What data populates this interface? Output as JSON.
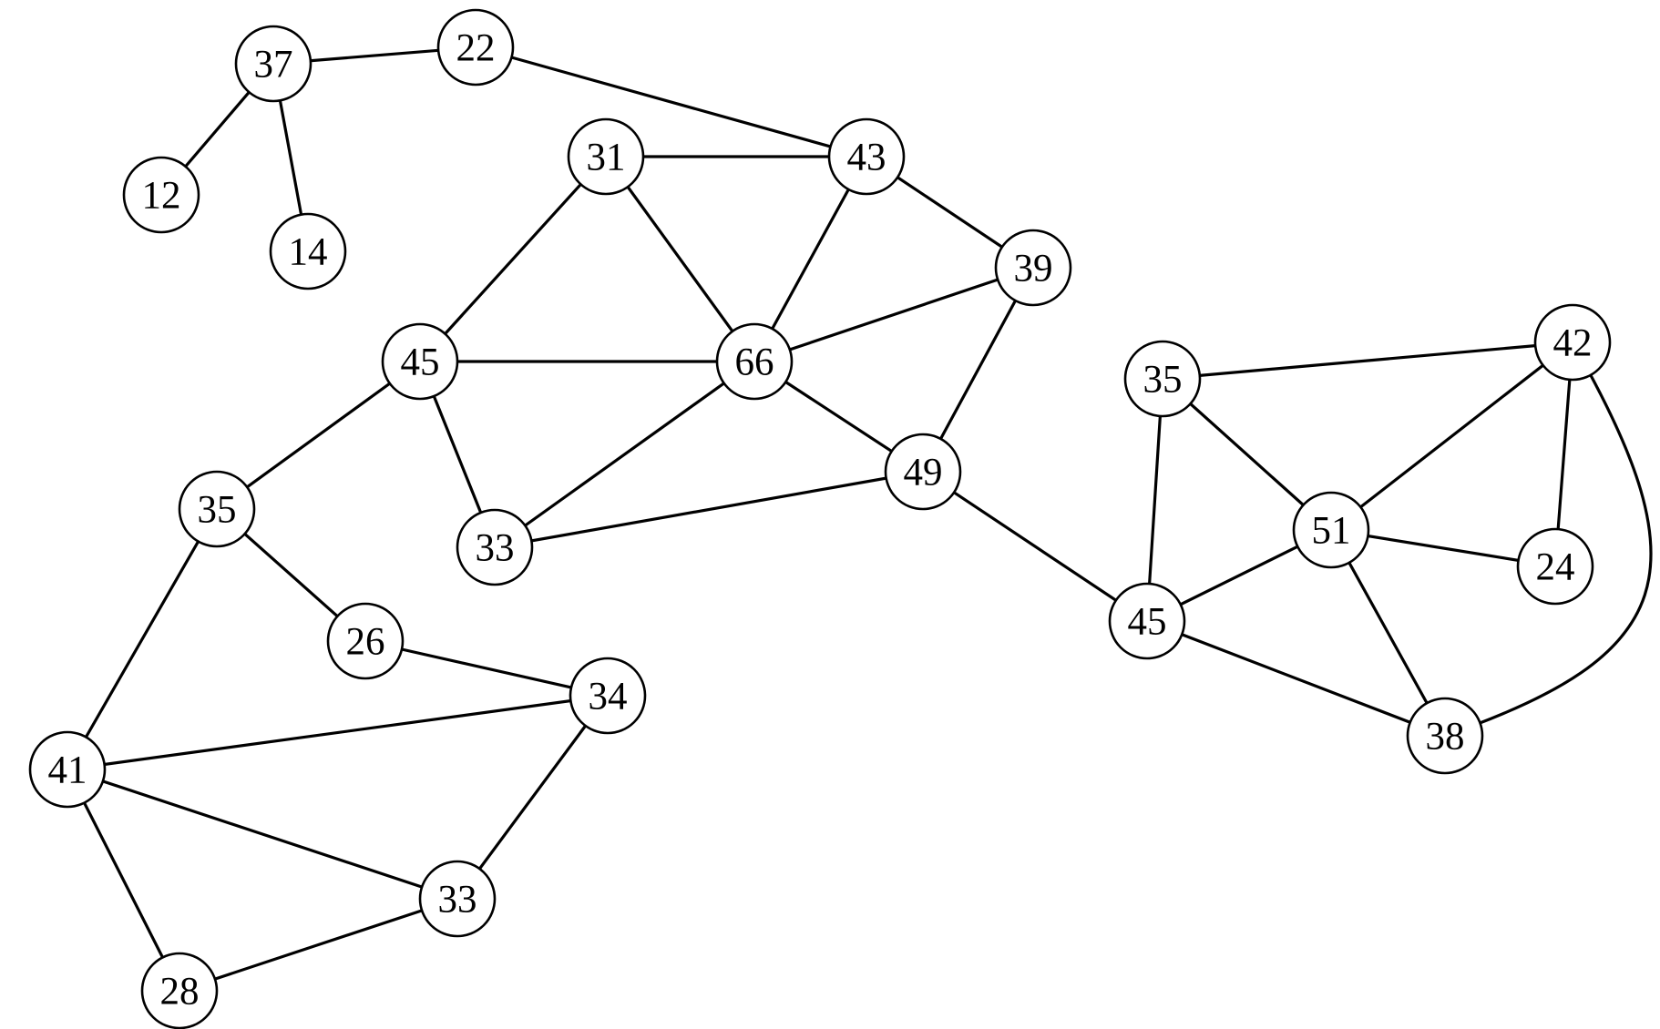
{
  "graph": {
    "nodes": [
      {
        "id": "n37",
        "label": "37"
      },
      {
        "id": "n22",
        "label": "22"
      },
      {
        "id": "n12",
        "label": "12"
      },
      {
        "id": "n14",
        "label": "14"
      },
      {
        "id": "n31",
        "label": "31"
      },
      {
        "id": "n43",
        "label": "43"
      },
      {
        "id": "n39",
        "label": "39"
      },
      {
        "id": "n45a",
        "label": "45"
      },
      {
        "id": "n66",
        "label": "66"
      },
      {
        "id": "n49",
        "label": "49"
      },
      {
        "id": "n35a",
        "label": "35"
      },
      {
        "id": "n33a",
        "label": "33"
      },
      {
        "id": "n26",
        "label": "26"
      },
      {
        "id": "n34",
        "label": "34"
      },
      {
        "id": "n41",
        "label": "41"
      },
      {
        "id": "n33b",
        "label": "33"
      },
      {
        "id": "n28",
        "label": "28"
      },
      {
        "id": "n35b",
        "label": "35"
      },
      {
        "id": "n42",
        "label": "42"
      },
      {
        "id": "n51",
        "label": "51"
      },
      {
        "id": "n24",
        "label": "24"
      },
      {
        "id": "n45b",
        "label": "45"
      },
      {
        "id": "n38",
        "label": "38"
      }
    ],
    "edges": [
      [
        "n37",
        "n22"
      ],
      [
        "n37",
        "n12"
      ],
      [
        "n37",
        "n14"
      ],
      [
        "n22",
        "n43"
      ],
      [
        "n31",
        "n43"
      ],
      [
        "n31",
        "n45a"
      ],
      [
        "n31",
        "n66"
      ],
      [
        "n43",
        "n66"
      ],
      [
        "n43",
        "n39"
      ],
      [
        "n39",
        "n66"
      ],
      [
        "n39",
        "n49"
      ],
      [
        "n45a",
        "n66"
      ],
      [
        "n45a",
        "n33a"
      ],
      [
        "n45a",
        "n35a"
      ],
      [
        "n66",
        "n33a"
      ],
      [
        "n66",
        "n49"
      ],
      [
        "n33a",
        "n49"
      ],
      [
        "n49",
        "n45b"
      ],
      [
        "n35a",
        "n26"
      ],
      [
        "n35a",
        "n41"
      ],
      [
        "n26",
        "n34"
      ],
      [
        "n41",
        "n34"
      ],
      [
        "n41",
        "n33b"
      ],
      [
        "n41",
        "n28"
      ],
      [
        "n34",
        "n33b"
      ],
      [
        "n33b",
        "n28"
      ],
      [
        "n35b",
        "n42"
      ],
      [
        "n35b",
        "n51"
      ],
      [
        "n35b",
        "n45b"
      ],
      [
        "n42",
        "n51"
      ],
      [
        "n42",
        "n24"
      ],
      [
        "n42",
        "n38"
      ],
      [
        "n51",
        "n24"
      ],
      [
        "n51",
        "n45b"
      ],
      [
        "n51",
        "n38"
      ],
      [
        "n45b",
        "n38"
      ]
    ]
  }
}
